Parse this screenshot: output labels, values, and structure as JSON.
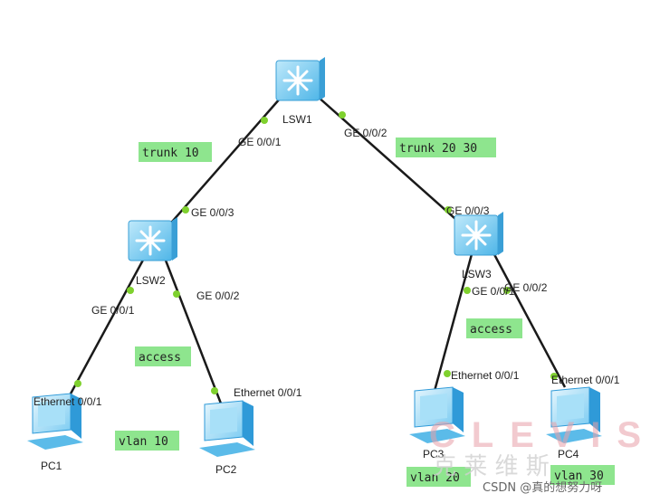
{
  "devices": {
    "lsw1": "LSW1",
    "lsw2": "LSW2",
    "lsw3": "LSW3",
    "pc1": "PC1",
    "pc2": "PC2",
    "pc3": "PC3",
    "pc4": "PC4"
  },
  "ports": {
    "lsw1_g1": "GE 0/0/1",
    "lsw1_g2": "GE 0/0/2",
    "lsw2_g3": "GE 0/0/3",
    "lsw2_g1": "GE 0/0/1",
    "lsw2_g2": "GE 0/0/2",
    "lsw3_g3": "GE 0/0/3",
    "lsw3_g1": "GE 0/0/1",
    "lsw3_g2": "GE 0/0/2",
    "pc1_eth": "Ethernet 0/0/1",
    "pc2_eth": "Ethernet 0/0/1",
    "pc3_eth": "Ethernet 0/0/1",
    "pc4_eth": "Ethernet 0/0/1"
  },
  "tags": {
    "trunk_left": "trunk 10",
    "trunk_right": "trunk 20 30",
    "access_left": "access",
    "access_right": "access",
    "vlan10": "vlan 10",
    "vlan20": "vlan 20",
    "vlan30": "vlan 30"
  },
  "watermark": {
    "logo": "CLEVIS",
    "chinese": "克 莱 维 斯"
  },
  "credit": "CSDN @真的想努力呀",
  "colors": {
    "link": "#1a1a1a",
    "port_dot": "#7fd12e",
    "tag_bg": "#8ee58e",
    "switch_blue": "#6cc6f0"
  }
}
